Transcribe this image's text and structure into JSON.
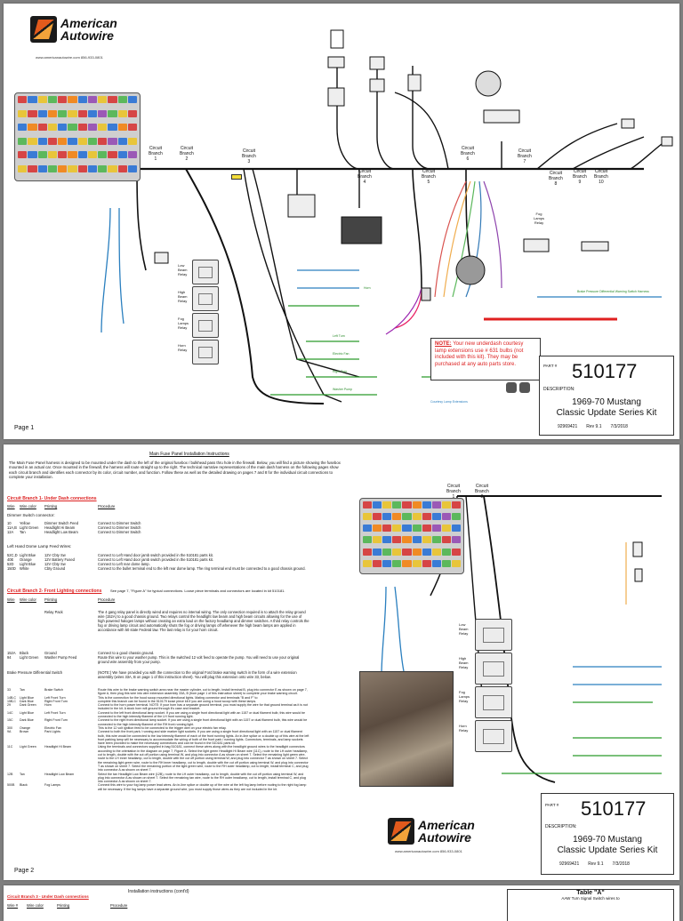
{
  "brand": {
    "line1": "American",
    "line2": "Autowire"
  },
  "page1": {
    "website": "www.americanautowire.com   856-933-0801",
    "branches": [
      {
        "line1": "Circuit",
        "line2": "Branch",
        "line3": "1"
      },
      {
        "line1": "Circuit",
        "line2": "Branch",
        "line3": "2"
      },
      {
        "line1": "Circuit",
        "line2": "Branch",
        "line3": "3"
      },
      {
        "line1": "Circuit",
        "line2": "Branch",
        "line3": "4"
      },
      {
        "line1": "Circuit",
        "line2": "Branch",
        "line3": "5"
      },
      {
        "line1": "Circuit",
        "line2": "Branch",
        "line3": "6"
      },
      {
        "line1": "Circuit",
        "line2": "Branch",
        "line3": "7"
      },
      {
        "line1": "Circuit",
        "line2": "Branch",
        "line3": "8"
      },
      {
        "line1": "Circuit",
        "line2": "Branch",
        "line3": "9"
      },
      {
        "line1": "Circuit",
        "line2": "Branch",
        "line3": "10"
      }
    ],
    "relay_labels": [
      {
        "l1": "Low",
        "l2": "Beam",
        "l3": "Relay"
      },
      {
        "l1": "High",
        "l2": "Beam",
        "l3": "Relay"
      },
      {
        "l1": "Fog",
        "l2": "Lamps",
        "l3": "Relay"
      },
      {
        "l1": "Horn",
        "l2": "Relay",
        "l3": ""
      }
    ],
    "right_relay_label": {
      "l1": "Fog",
      "l2": "Lamps",
      "l3": "Relay"
    },
    "courtesy_label": "Courtesy Lamp Extensions",
    "note": {
      "label": "NOTE:",
      "body": " Your new underdash courtesy lamp extensions use # 631 bulbs (not included with this kit). They may be purchased at any auto parts store."
    },
    "green_labels": [
      "Brake Pressure Differential Warning Switch Harness",
      "Horn",
      "Left Turn",
      "Electric Fan",
      "Right Turn",
      "Washer Pump"
    ],
    "page_label": "Page 1"
  },
  "part_box": {
    "part_label": "PART #",
    "part_number": "510177",
    "desc_label": "DESCRIPTION:",
    "title_line1": "1969-70 Mustang",
    "title_line2": "Classic Update Series Kit",
    "doc_number": "92969421",
    "rev": "Rev 9.1",
    "date": "7/3/2018"
  },
  "page2": {
    "title": "Main Fuse Panel Installation Instructions",
    "intro": "The Main Fuse Panel harness is designed to be mounted under the dash to the left of the original fusebox / bulkhead pass thru hole in the firewall. Below, you will find a picture showing the fusebox mounted in an actual car. Once mounted in the firewall, the harness will route straight up to the right. The technical narrative representations of the main dash harness on the following pages show each circuit branch and identifies each connector by its color, circuit number, and function. Follow these as well as the detailed drawing on pages 7 and 8 for the individual circuit connections to complete your installation.",
    "section1_title": "Circuit Branch 1- Under Dash connections",
    "col_wire": "Wire",
    "col_color": "Wire color",
    "col_printing": "Printing",
    "col_procedure": "Procedure",
    "dimmer_head": "Dimmer Switch connector:",
    "dimmer_rows": [
      {
        "wire": "10",
        "color": "Yellow",
        "print": "Dimmer Switch Feed",
        "proc": "Connect to Dimmer Switch"
      },
      {
        "wire": "11A,B",
        "color": "Light Green",
        "print": "Headlight Hi Beam",
        "proc": "Connect to Dimmer Switch"
      },
      {
        "wire": "12A",
        "color": "Tan",
        "print": "Headlight Low Beam",
        "proc": "Connect to Dimmer Switch"
      }
    ],
    "dome_head": "Left Hand Dome Lamp Feed Wires:",
    "dome_rows": [
      {
        "wire": "52C,D",
        "color": "Light Blue",
        "print": "12V Cbty Sw",
        "proc": "Connect to Left Hand door jamb switch provided in the 510181 parts kit."
      },
      {
        "wire": "40E",
        "color": "Orange",
        "print": "12V Battery Fused",
        "proc": "Connect to Left Hand door jamb switch provided in the 510181 parts kit."
      },
      {
        "wire": "52D",
        "color": "Light Blue",
        "print": "12V Cbty Sw",
        "proc": "Connect to Left rear dome lamp."
      },
      {
        "wire": "150D",
        "color": "White",
        "print": "Cbty Ground",
        "proc": "Connect to the bullet terminal end to the left rear dome lamp. The ring terminal end must be connected to a good chassis ground."
      }
    ],
    "section2_title": "Circuit Branch 2- Front Lighting connections",
    "section2_note": "See page 7, \"Figure A\" for typical connections. Loose piece terminals and connectors are located in kit 510181.",
    "relay_pack_label": "Relay Pack",
    "relay_pack_text": "The 4 gang relay panel is directly wired and requires no internal wiring. The only connection required is to attach the relay ground wire (152A) to a good chassis ground. Two relays control the headlight low beam and high beam circuits allowing for the use of high powered halogen lamps without creating an extra load on the factory headlamp and dimmer switches. A third relay controls the fog or driving lamp circuit and automatically shuts the fog or driving lamps off whenever the high beam lamps are applied in accordance with 50 state Federal law. The last relay is for your horn circuit.",
    "ground_rows": [
      {
        "wire": "152A",
        "color": "Black",
        "print": "Ground",
        "proc": "Connect to a good chassis ground."
      },
      {
        "wire": "94",
        "color": "Light Green",
        "print": "Washer Pump Feed",
        "proc": "Route this wire to your washer pump. This is the switched 12 volt feed to operate the pump. You will need to use your original ground wire assembly from your pump."
      }
    ],
    "brake_label": "Brake Pressure Differential Switch",
    "brake_text": "(NOTE:) We have provided you with the connection to the original Ford brake warning switch in the form of a wire extension assembly (wires 33A, B on page 1 of this instruction sheet). You will plug this extension onto wire 33, below.",
    "lower_rows": [
      {
        "wire": "33",
        "color": "Tan",
        "print": "Brake Switch",
        "proc": "Route this wire to the brake warning switch area near the master cylinder, cut to length, install terminal B, plug into connector E as shown on page 7, figure A, then plug this wire into wire extension assembly 33A, B (from page 1 of this instruction sheet) to complete your brake warning circuit."
      },
      {
        "wire": "14B,C",
        "color": "Light Blue",
        "print": "Left Front Turn",
        "proc": "This is the connection for the hood scoop mounted directional lights. Mating connector and terminals \"B and F\" to"
      },
      {
        "wire": "15B,C",
        "color": "Dark Blue",
        "print": "Right Front Turn",
        "proc": "complete this branch can be found in the 510179 loose piece kit if you are using a hood scoop with these lamps."
      },
      {
        "wire": "29",
        "color": "Dark Green",
        "print": "Horn",
        "proc": "Connect to the horn power terminal. NOTE: If your horn has a separate ground terminal, you must supply the wire for that ground terminal as it is not included in the kit. A stock horn will ground through it's case and bracket."
      },
      {
        "wire": "14C",
        "color": "Light Blue",
        "print": "Left Front Turn",
        "proc": "Connect to the left front directional lamp socket. If you are using a single front directional light with an 1157 or dual filament bulb, this wire would be connected to the high intensity filament of the LH front running light."
      },
      {
        "wire": "15C",
        "color": "Dark Blue",
        "print": "Right Front Turn",
        "proc": "Connect to the right front directional lamp socket. If you are using a single front directional light with an 1157 or dual filament bulb, this wire would be connected to the high intensity filament of the RH front running light."
      },
      {
        "wire": "300",
        "color": "Orange",
        "print": "Electric Fan",
        "proc": "This is the 12 volt ignition feed to be connected to the trigger wire on your electric fan relay."
      },
      {
        "wire": "9A",
        "color": "Brown",
        "print": "Park Lights",
        "proc": "Connect to both the front park / running and side marker light sockets. If you are using a single front directional light with an 1157 or dual filament bulb, this wire would be connected to the low intensity filament of each of the front running lights. An in-line splice or a double up of this wire at the left front parking lamp will be necessary to accommodate the wiring of both of the front park / running lights. Connectors, terminals, and lamp sockets have been provided to make the necessary connections and can be found in the 510181 parts kit."
      },
      {
        "wire": "11C",
        "color": "Light Green",
        "print": "Headlight Hi Beam",
        "proc": "Using the terminals and connectors supplied in bag 510181, connect these wires along with the headlight ground wires to the headlight connectors according to the orientation in the diagram on page 7, Figure A. Select the light green Headlight Hi Beam wire (11C), route to the LH outer headlamp, cut to length, double with the cut off portion using terminal W, and plug into connector A as shown on sheet 7. Select the remaining light green wire, route to the LH inner headlamp, cut to length, double with the cut off portion using terminal W, and plug into connector T as shown on sheet 7. Select the remaining light green wire, route to the RH inner headlamp, cut to length, double with the cut off portion using terminal W, and plug into connector T as shown on sheet 7. Select the remaining portion of the light green wire, route to the RH outer headlamp, cut to length, install terminal C, and plug into connector A as shown on sheet 7."
      },
      {
        "wire": "12B",
        "color": "Tan",
        "print": "Headlight Low Beam",
        "proc": "Select the tan Headlight Low Beam wire (12B), route to the LH outer headlamp, cut to length, double with the cut off portion using terminal W, and plug into connector A as shown on sheet 7. Select the remaining tan wire, route to the RH outer headlamp, cut to length, install terminal C, and plug into connector A as shown on sheet 7."
      },
      {
        "wire": "500B",
        "color": "Black",
        "print": "Fog Lamps",
        "proc": "Connect this wire to your fog lamp power lead wires. An in-line splice or double up of the wire at the left fog lamp before routing to the right fog lamp will be necessary. If the fog lamps have a separate ground wire, you must supply those wires as they are not included in the kit."
      }
    ],
    "branch1": {
      "line1": "Circuit",
      "line2": "Branch",
      "line3": "1"
    },
    "branch2": {
      "line1": "Circuit",
      "line2": "Branch",
      "line3": "2"
    },
    "relay_labels": [
      {
        "l1": "Low",
        "l2": "Beam",
        "l3": "Relay"
      },
      {
        "l1": "High",
        "l2": "Beam",
        "l3": "Relay"
      },
      {
        "l1": "Fog",
        "l2": "Lamps",
        "l3": "Relay"
      },
      {
        "l1": "Horn",
        "l2": "Relay",
        "l3": ""
      }
    ],
    "website": "www.americanautowire.com   856-933-0801",
    "page_label": "Page 2"
  },
  "page3": {
    "header": "Installation instructions (cont'd)",
    "section3_title": "Circuit Branch 3 - Under Dash connections",
    "col_wire": "Wire #",
    "col_color": "Wire color",
    "col_printing": "Printing",
    "col_procedure": "Procedure",
    "table_title": "Table \"A\"",
    "table_sub": "AAW Turn Signal Switch wires to"
  }
}
